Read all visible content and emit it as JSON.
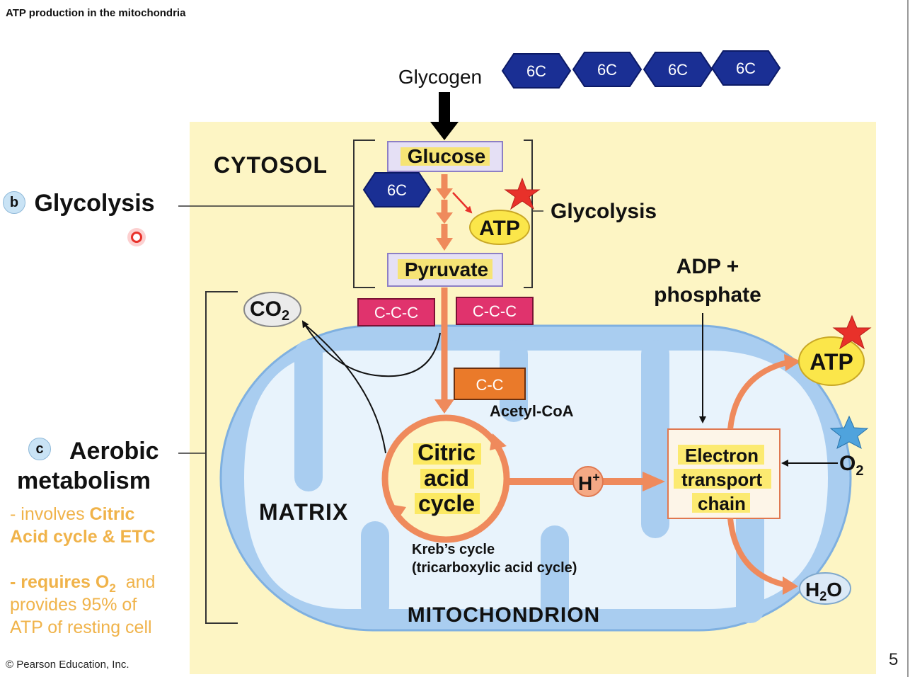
{
  "header": {
    "title": "ATP production in the mitochondria"
  },
  "footer": {
    "copyright": "© Pearson Education, Inc.",
    "page_number": "5"
  },
  "left_panel": {
    "glycolysis": {
      "letter": "b",
      "label": "Glycolysis"
    },
    "aerobic": {
      "letter": "c",
      "label_line1": "Aerobic",
      "label_line2": "metabolism"
    },
    "notes": {
      "line1_prefix": "- involves ",
      "line1_bold": "Citric",
      "line2": "Acid cycle & ETC",
      "line3_bold": "- requires O",
      "line3_sub": "2",
      "line3_suffix": "and",
      "line4": "provides 95% of",
      "line5": "ATP of resting cell"
    }
  },
  "diagram": {
    "glycogen": "Glycogen",
    "chain_units": [
      "6C",
      "6C",
      "6C",
      "6C"
    ],
    "cytosol": "CYTOSOL",
    "glucose": "Glucose",
    "six_c": "6C",
    "atp_small": "ATP",
    "glycolysis_right": "Glycolysis",
    "pyruvate": "Pyruvate",
    "ccc_left": "C-C-C",
    "ccc_right": "C-C-C",
    "co2_main": "CO",
    "co2_sub": "2",
    "adp_line1": "ADP +",
    "adp_line2": "phosphate",
    "cc": "C-C",
    "acetyl": "Acetyl-CoA",
    "citric_line1": "Citric",
    "citric_line2": "acid",
    "citric_line3": "cycle",
    "krebs_line1": "Kreb’s cycle",
    "krebs_line2": "(tricarboxylic acid cycle)",
    "matrix": "MATRIX",
    "mitochondrion": "MITOCHONDRION",
    "h_main": "H",
    "h_sup": "+",
    "etc_line1": "Electron",
    "etc_line2": "transport",
    "etc_line3": "chain",
    "atp_big": "ATP",
    "o2_main": "O",
    "o2_sub": "2",
    "h2o_h": "H",
    "h2o_sub": "2",
    "h2o_o": "O"
  },
  "colors": {
    "cytosol_bg": "#fdf5c4",
    "membrane": "#a9cdf0",
    "matrix": "#e8f3fc",
    "hexagon": "#1a2f94",
    "arrow_orange": "#ef8a5c",
    "ccc_fill": "#e0336d",
    "cc_fill": "#ea7a2a",
    "highlight": "#fbe64a",
    "note_text": "#f0b34a"
  }
}
